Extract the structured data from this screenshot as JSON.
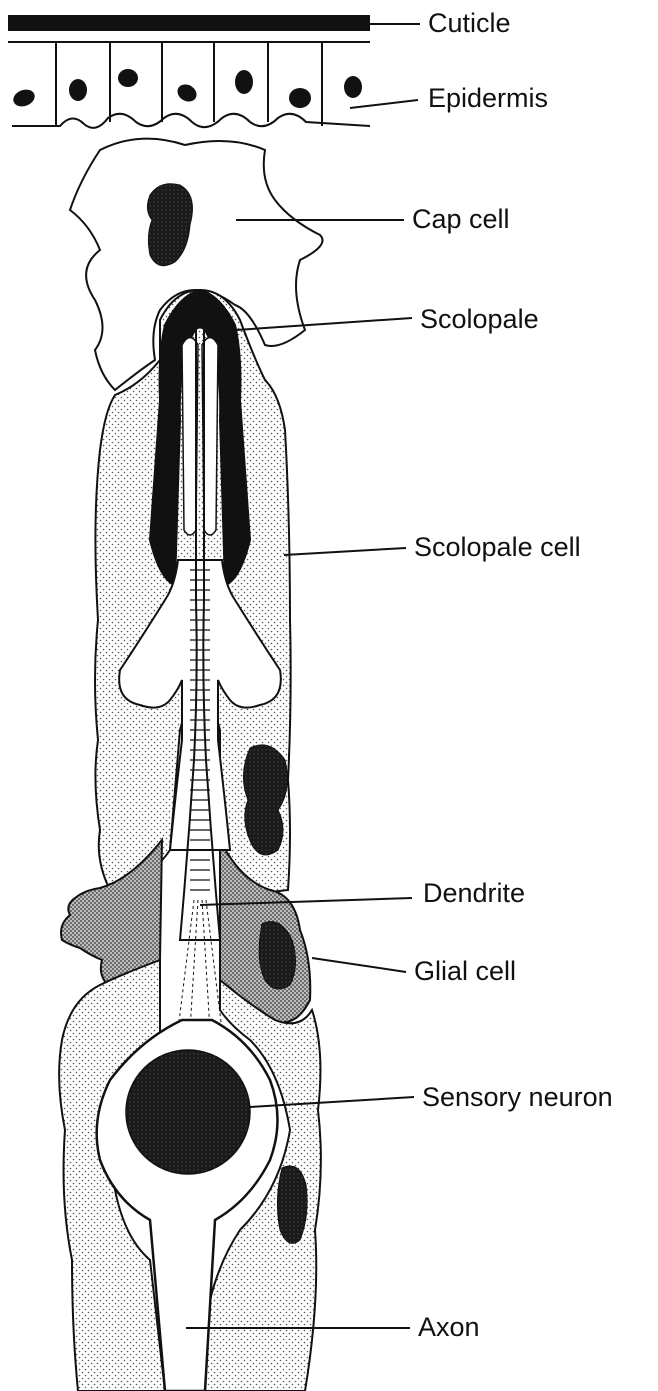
{
  "labels": {
    "cuticle": "Cuticle",
    "epidermis": "Epidermis",
    "cap_cell": "Cap cell",
    "scolopale": "Scolopale",
    "scolopale_cell": "Scolopale cell",
    "dendrite": "Dendrite",
    "glial_cell": "Glial cell",
    "sensory_neuron": "Sensory neuron",
    "axon": "Axon"
  },
  "colors": {
    "ink": "#111111",
    "stipple_light": "#d9d9d9",
    "stipple_dark": "#8a8a8a",
    "nucleus": "#1a1a1a"
  }
}
